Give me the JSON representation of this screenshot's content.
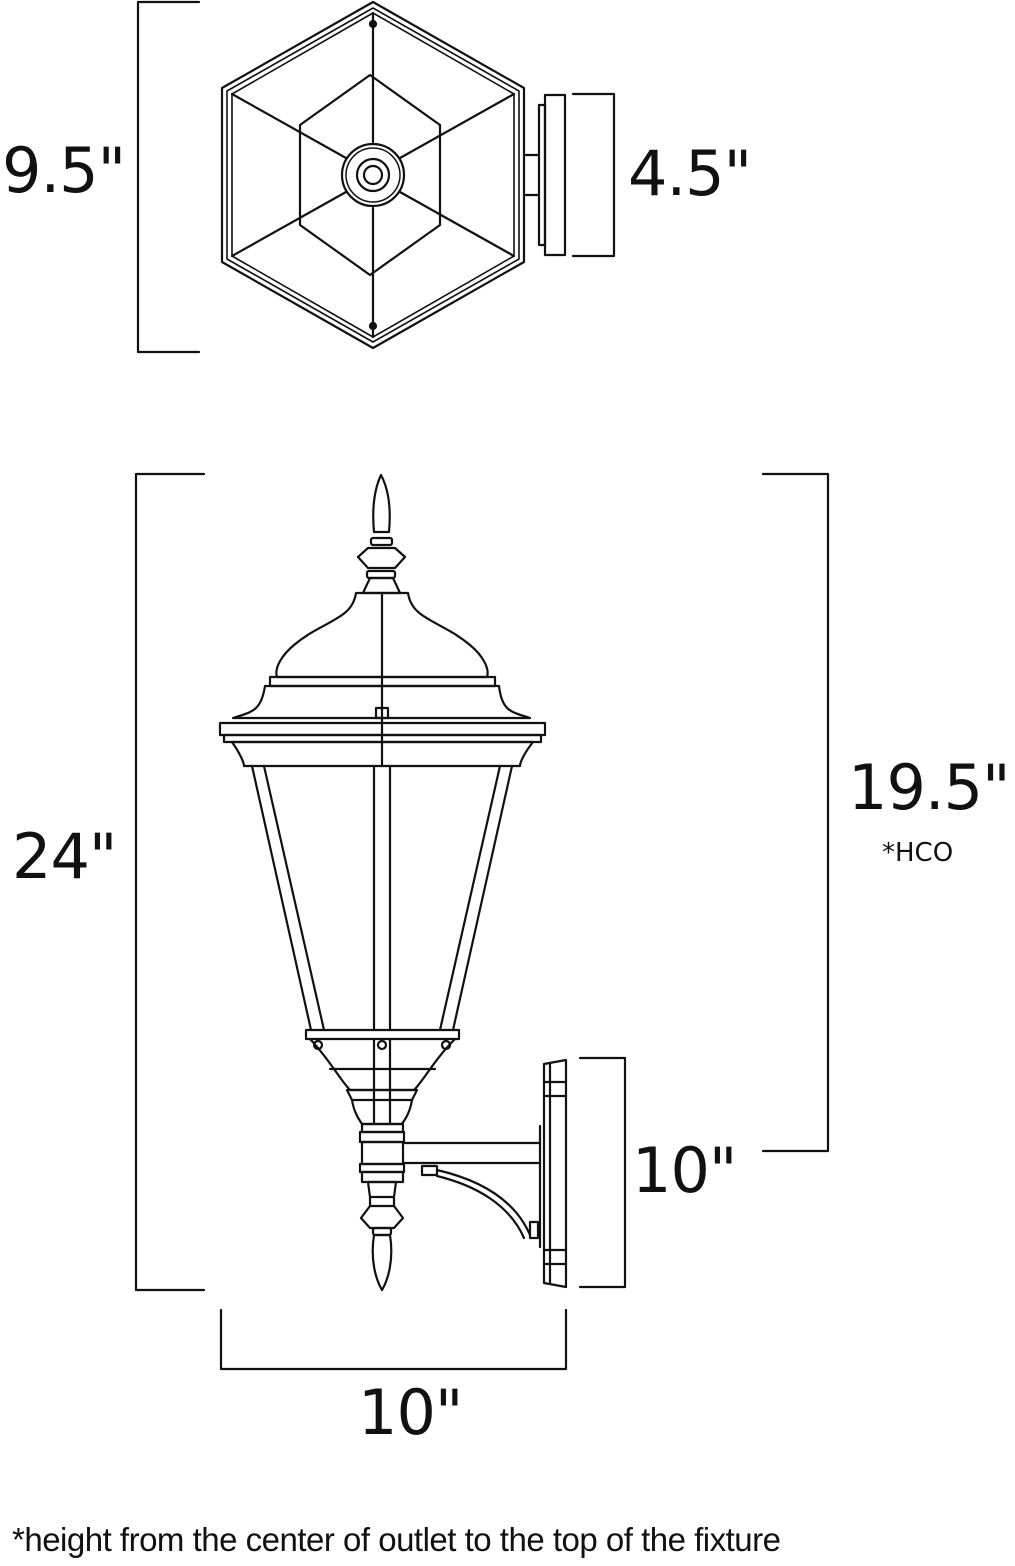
{
  "diagram": {
    "type": "dimension-drawing",
    "subject": "outdoor wall lantern",
    "top_view": {
      "width_label": "9.5\"",
      "depth_label": "4.5\""
    },
    "front_view": {
      "height_label": "24\"",
      "hco_label": "19.5\"",
      "hco_note": "*HCO",
      "backplate_label": "10\"",
      "width_label": "10\""
    },
    "footnote": "*height from the center of outlet to the top of the fixture"
  }
}
